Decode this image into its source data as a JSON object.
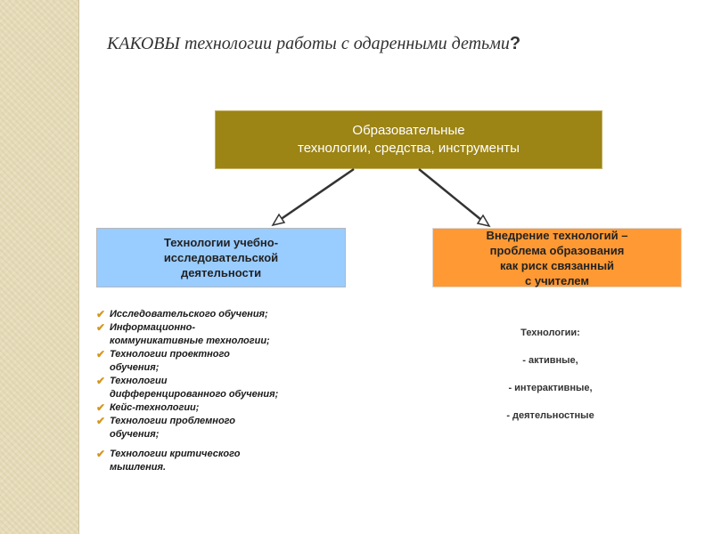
{
  "title": {
    "text": "КАКОВЫ технологии работы с одаренными детьми",
    "qmark": "?"
  },
  "boxes": {
    "top": {
      "line1": "Образовательные",
      "line2": "технологии, средства, инструменты",
      "color": "#9c8415"
    },
    "left": {
      "lines": [
        "Технологии учебно-",
        "исследовательской",
        "деятельности"
      ],
      "color": "#99ccff"
    },
    "right": {
      "lines": [
        "Внедрение технологий –",
        "проблема образования",
        "как риск связанный",
        "с учителем"
      ],
      "color": "#ff9933"
    }
  },
  "checklist": [
    [
      "Исследовательского обучения;"
    ],
    [
      " Информационно-",
      "коммуникативные технологии;"
    ],
    [
      "  Технологии проектного",
      "обучения;"
    ],
    [
      "Технологии",
      "дифференцированного обучения;"
    ],
    [
      "Кейс-технологии;"
    ],
    [
      "Технологии проблемного",
      "обучения;"
    ],
    [
      "Технологии критического",
      "мышления."
    ]
  ],
  "right_list": {
    "heading": "Технологии:",
    "items": [
      "- активные,",
      "- интерактивные,",
      "- деятельностные"
    ]
  },
  "icons": {
    "bullet": "check-icon",
    "bullet_color": "#d4961e",
    "arrow": "arrow-icon"
  }
}
